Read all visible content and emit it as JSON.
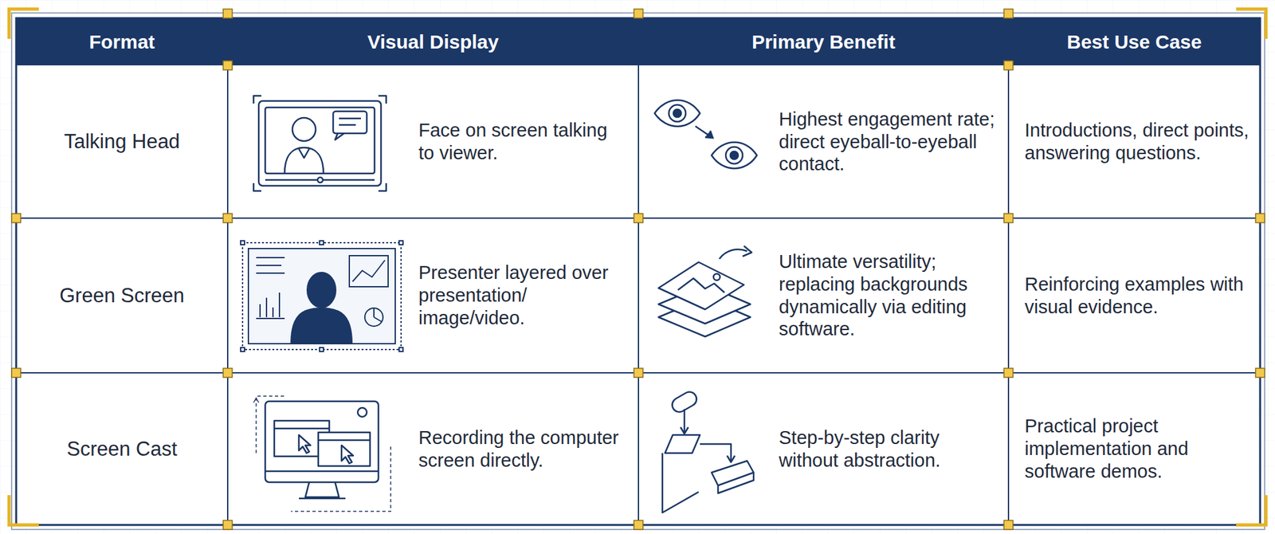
{
  "diagram": {
    "labels": [
      "Format",
      "Visual Display",
      "Primary Benefit",
      "Best Use Case",
      "Talking Head",
      "Face on screen talking to viewer.",
      "Highest engagement rate; direct eyeball-to-eyeball contact.",
      "Introductions, direct points, answering questions.",
      "Green Screen",
      "Presenter layered over presentation/ image/video.",
      "Ultimate versatility; replacing backgrounds dynamically via editing software.",
      "Reinforcing examples with visual evidence.",
      "Screen Cast",
      "Recording the computer screen directly.",
      "Step-by-step clarity without abstraction.",
      "Practical project implementation and software demos."
    ]
  }
}
